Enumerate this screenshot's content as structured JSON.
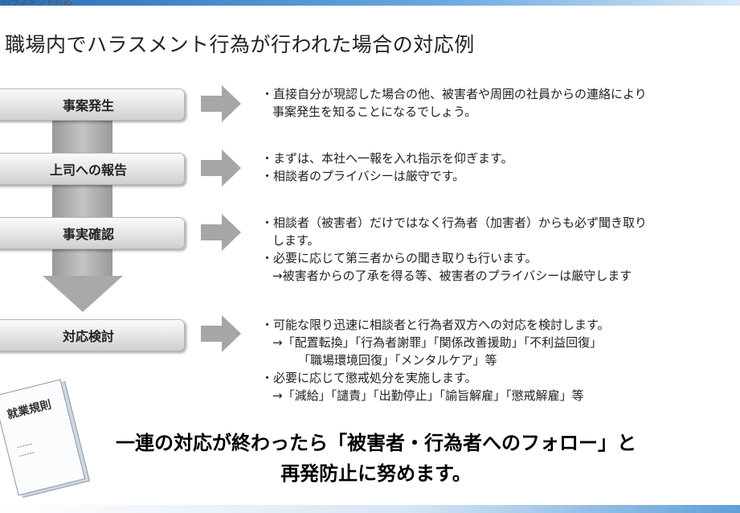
{
  "header": {
    "top_label": "ハラスメント対応",
    "title": "職場内でハラスメント行為が行われた場合の対応例"
  },
  "steps": [
    {
      "label": "事案発生",
      "lines": [
        "・直接自分が現認した場合の他、被害者や周囲の社員からの連絡により",
        "事案発生を知ることになるでしょう。"
      ]
    },
    {
      "label": "上司への報告",
      "lines": [
        "・まずは、本社へ一報を入れ指示を仰ぎます。",
        "・相談者のプライバシーは厳守です。"
      ]
    },
    {
      "label": "事実確認",
      "lines": [
        "・相談者（被害者）だけではなく行為者（加害者）からも必ず聞き取り",
        "します。",
        "・必要に応じて第三者からの聞き取りも行います。",
        "→被害者からの了承を得る等、被害者のプライバシーは厳守します"
      ]
    },
    {
      "label": "対応検討",
      "lines": [
        "・可能な限り迅速に相談者と行為者双方への対応を検討します。",
        "→「配置転換」「行為者謝罪」「関係改善援助」「不利益回復」",
        "「職場環境回復」「メンタルケア」等",
        "・必要に応じて懲戒処分を実施します。",
        "→「減給」「譴責」「出勤停止」「諭旨解雇」「懲戒解雇」等"
      ]
    }
  ],
  "book": {
    "title": "就業規則",
    "lines": "------\n------"
  },
  "summary": {
    "line1": "一連の対応が終わったら「被害者・行為者へのフォロー」と",
    "line2": "再発防止に努めます。"
  },
  "colors": {
    "accent": "#2a6fb8",
    "flow_gray": "#a9a9a9",
    "arrow_gray": "#a6a6a6"
  }
}
